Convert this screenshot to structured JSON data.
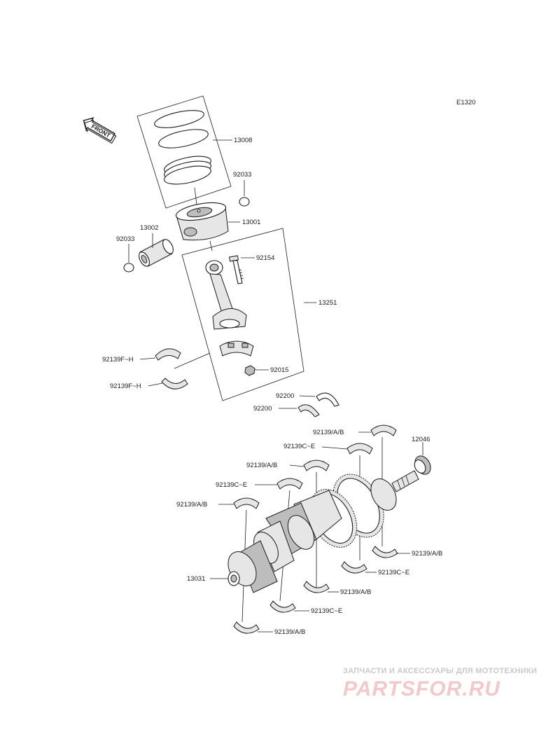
{
  "diagram_code": "E1320",
  "front_label": "FRONT",
  "parts": {
    "piston_ring_set": "13008",
    "circlip_upper": "92033",
    "piston": "13001",
    "piston_pin": "13002",
    "circlip_lower": "92033",
    "conrod_bolt": "92154",
    "connecting_rod": "13251",
    "conrod_bearing_upper": "92139F~H",
    "conrod_bearing_lower": "92139F~H",
    "conrod_nut": "92015",
    "thrust_washer_1": "92200",
    "thrust_washer_2": "92200",
    "main_bearing_1": "92139/A/B",
    "main_bearing_2": "92139C~E",
    "main_bearing_3": "92139/A/B",
    "main_bearing_4": "92139C~E",
    "main_bearing_5": "92139/A/B",
    "gear_12046": "12046",
    "crankshaft": "13031",
    "lower_bearing_1": "92139/A/B",
    "lower_bearing_2": "92139C~E",
    "lower_bearing_3": "92139/A/B",
    "lower_bearing_4": "92139C~E",
    "lower_bearing_5": "92139/A/B"
  },
  "watermark": {
    "tagline": "ЗАПЧАСТИ И АКСЕССУАРЫ ДЛЯ МОТОТЕХНИКИ",
    "brand": "PARTSFOR.RU"
  }
}
